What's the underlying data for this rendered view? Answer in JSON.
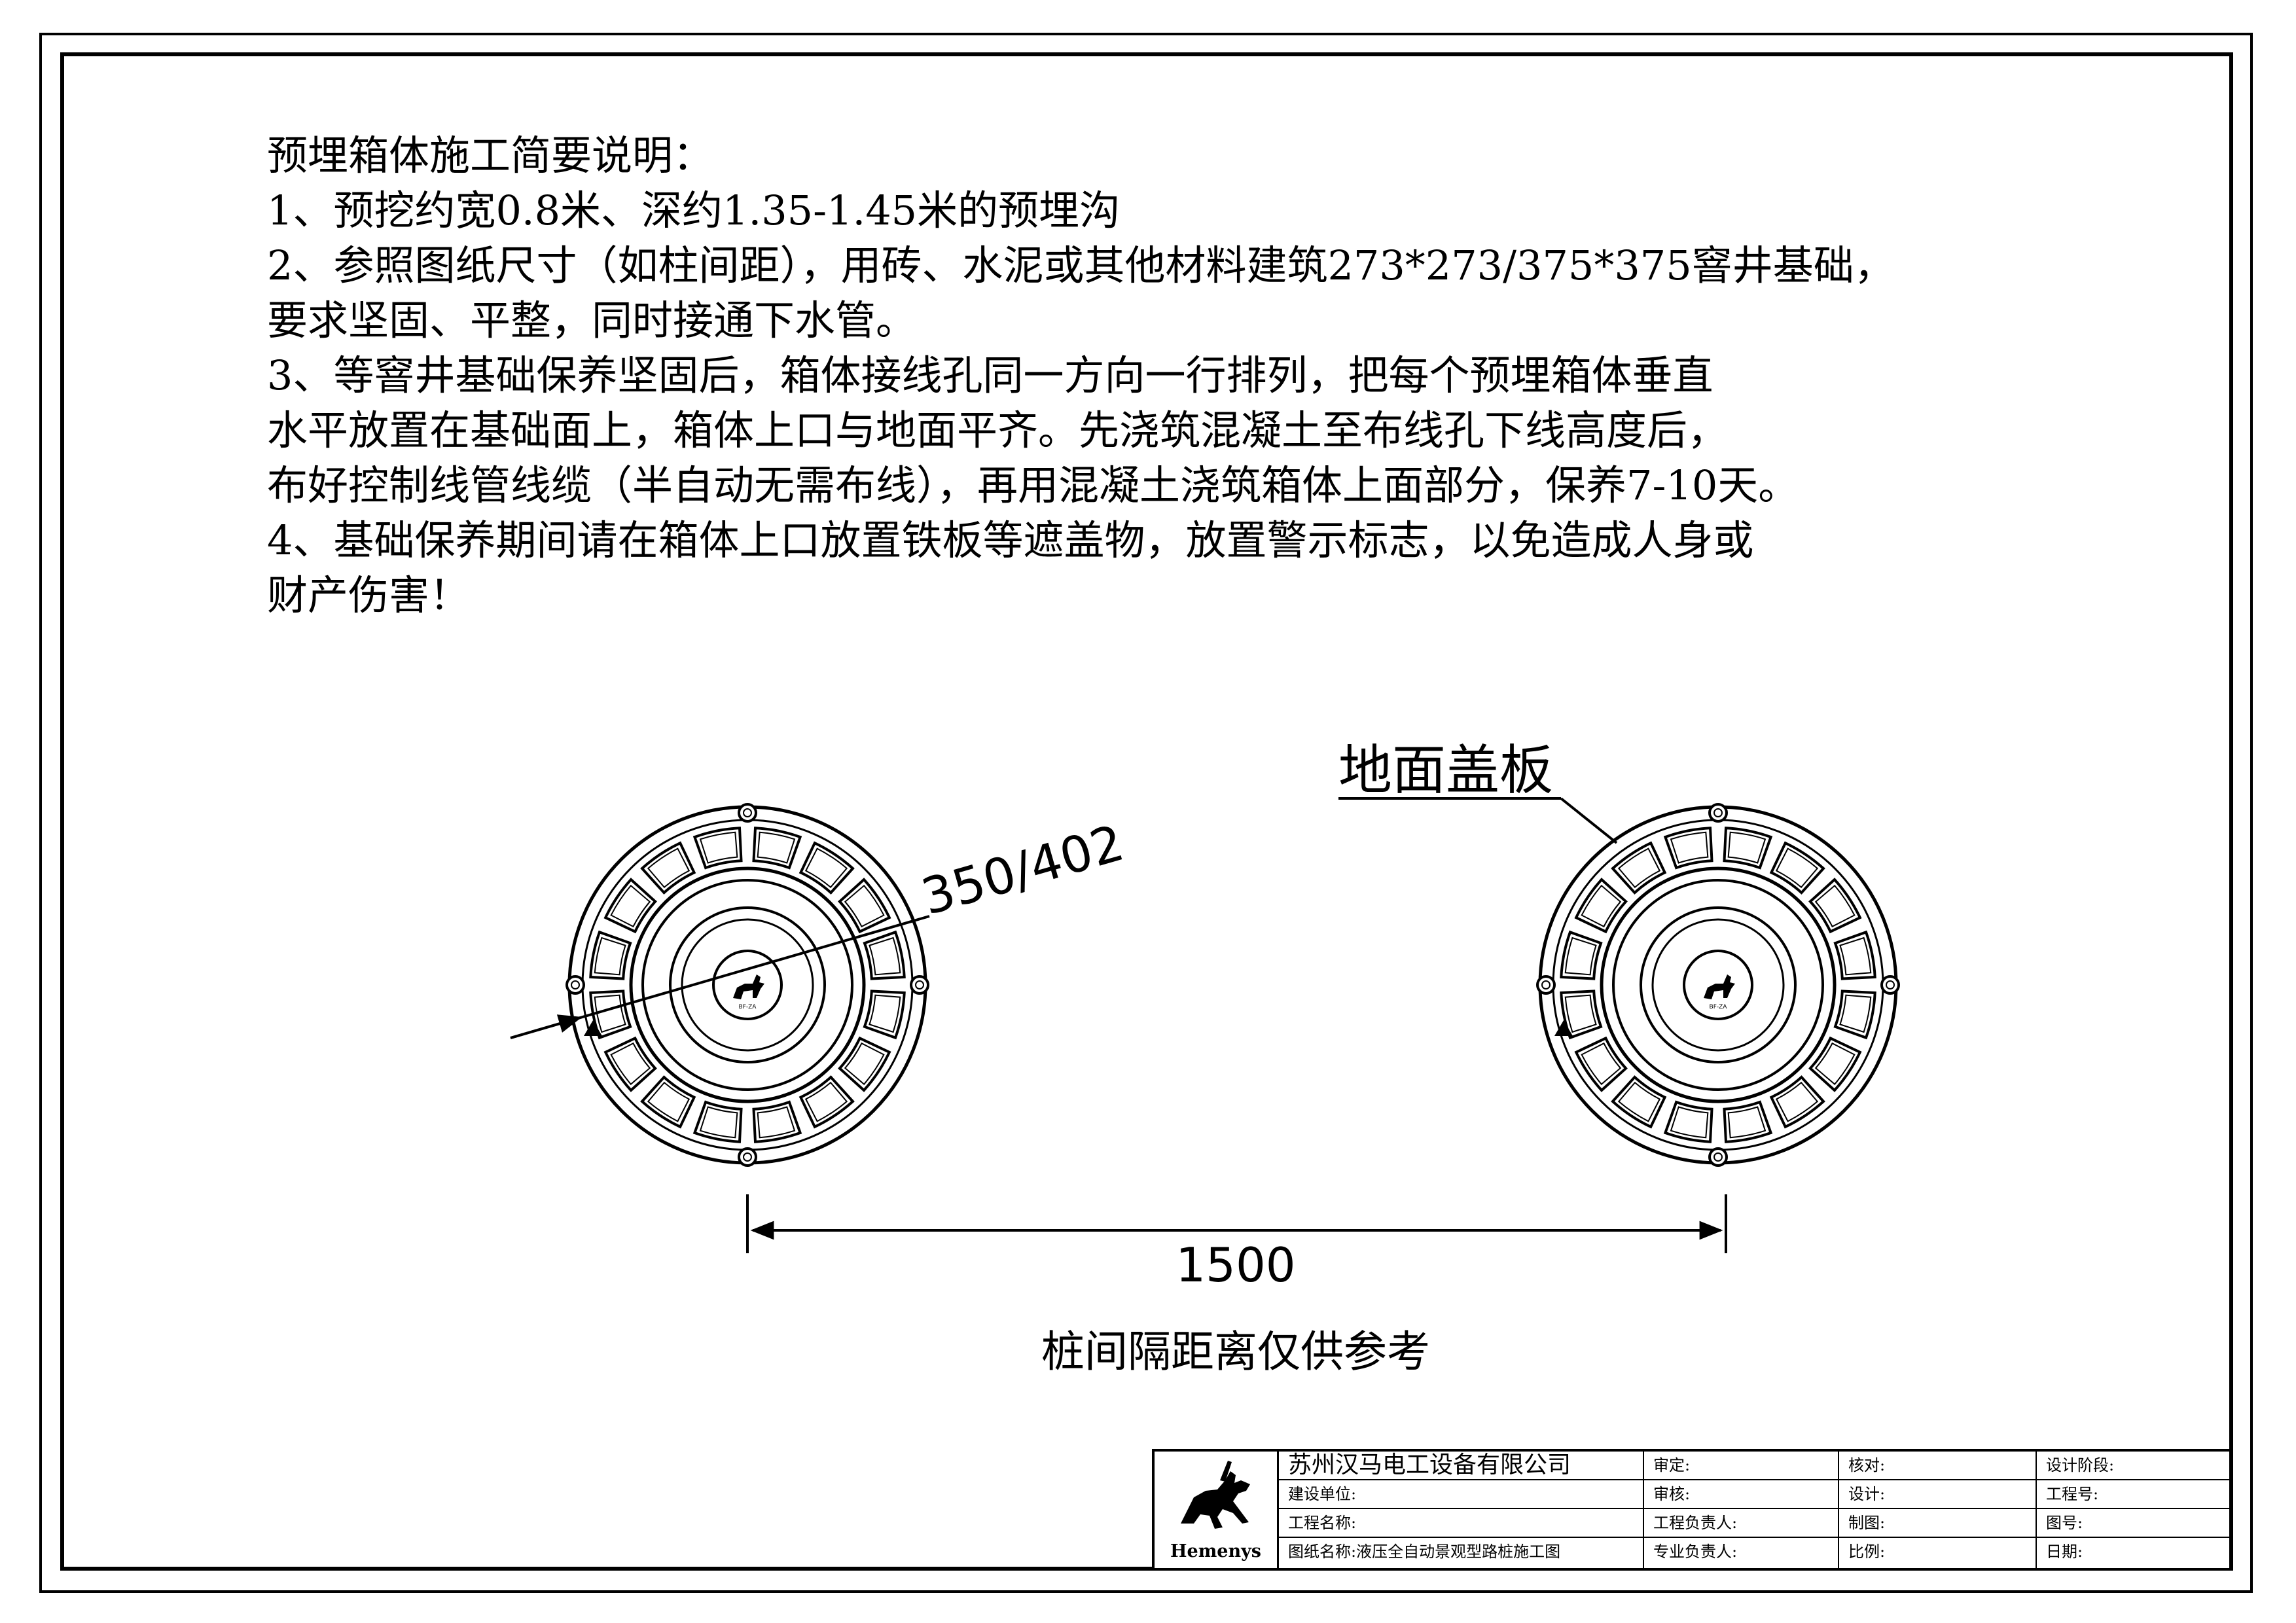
{
  "notes": {
    "title": "预埋箱体施工简要说明：",
    "lines": [
      "1、预挖约宽0.8米、深约1.35-1.45米的预埋沟",
      "2、参照图纸尺寸（如柱间距），用砖、水泥或其他材料建筑273*273/375*375窨井基础，",
      "要求坚固、平整，同时接通下水管。",
      "3、等窨井基础保养坚固后，箱体接线孔同一方向一行排列，把每个预埋箱体垂直",
      "水平放置在基础面上，箱体上口与地面平齐。先浇筑混凝土至布线孔下线高度后，",
      "布好控制线管线缆（半自动无需布线），再用混凝土浇筑箱体上面部分，保养7-10天。",
      "4、基础保养期间请在箱体上口放置铁板等遮盖物，放置警示标志，以免造成人身或",
      "财产伤害！"
    ]
  },
  "drawing": {
    "diameter_label": "350/402",
    "cover_label": "地面盖板",
    "spacing_value": "1500",
    "spacing_caption": "桩间隔距离仅供参考",
    "center_logo_text": "BF-ZA"
  },
  "title_block": {
    "logo_text": "Hemenys",
    "company": "苏州汉马电工设备有限公司",
    "build_unit_label": "建设单位:",
    "project_name_label": "工程名称:",
    "drawing_name_label": "图纸名称:",
    "drawing_name_value": "液压全自动景观型路桩施工图",
    "approve_label": "审定:",
    "review_label": "审核:",
    "project_lead_label": "工程负责人:",
    "discipline_lead_label": "专业负责人:",
    "check_label": "核对:",
    "design_label": "设计:",
    "draw_label": "制图:",
    "scale_label": "比例:",
    "design_stage_label": "设计阶段:",
    "project_no_label": "工程号:",
    "drawing_no_label": "图号:",
    "date_label": "日期:"
  }
}
